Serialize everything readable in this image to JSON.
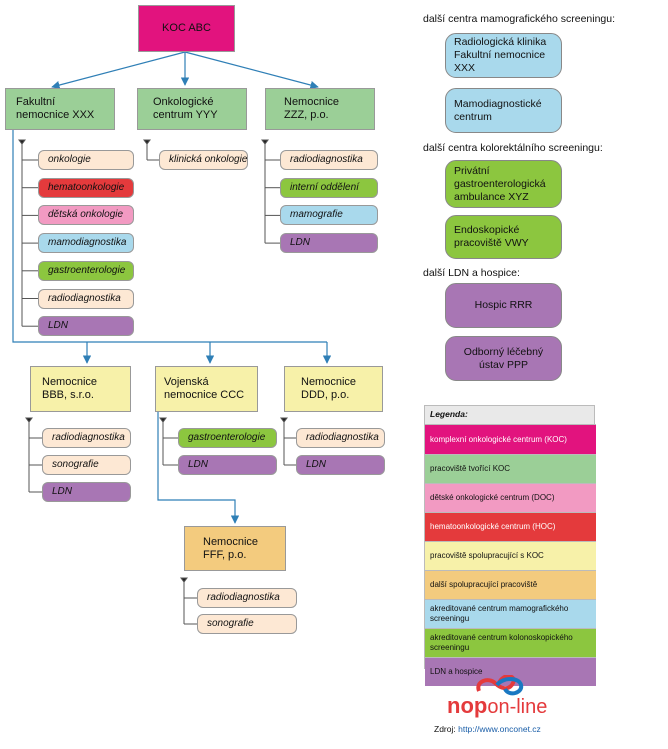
{
  "colors": {
    "koc": "#e2137e",
    "pracoviste_koc": "#9bcf97",
    "doc": "#f29ac2",
    "hoc": "#e43a3c",
    "spolupracujici": "#f7f1a9",
    "dalsi": "#f3cb7e",
    "mamo": "#a9d9ec",
    "kolo": "#8cc63f",
    "ldn": "#a876b4",
    "radio_pill": "#fde8d4",
    "line": "#2f7fb6"
  },
  "root": {
    "label": "KOC ABC"
  },
  "level1": [
    {
      "label": "Fakultní nemocnice XXX"
    },
    {
      "label": "Onkologické centrum YYY"
    },
    {
      "label": "Nemocnice ZZZ, p.o."
    }
  ],
  "fn_items": [
    "onkologie",
    "hematoonkologie",
    "dětská onkologie",
    "mamodiagnostika",
    "gastroenterologie",
    "radiodiagnostika",
    "LDN"
  ],
  "oc_items": [
    "klinická onkologie"
  ],
  "zzz_items": [
    "radiodiagnostika",
    "interní oddělení",
    "mamografie",
    "LDN"
  ],
  "level2": [
    {
      "label": "Nemocnice BBB, s.r.o."
    },
    {
      "label": "Vojenská nemocnice CCC"
    },
    {
      "label": "Nemocnice DDD, p.o."
    }
  ],
  "bbb_items": [
    "radiodiagnostika",
    "sonografie",
    "LDN"
  ],
  "ccc_items": [
    "gastroenterologie",
    "LDN"
  ],
  "ddd_items": [
    "radiodiagnostika",
    "LDN"
  ],
  "level3": {
    "label": "Nemocnice FFF, p.o."
  },
  "fff_items": [
    "radiodiagnostika",
    "sonografie"
  ],
  "side": {
    "mamo_title": "další centra mamografického screeningu:",
    "mamo_boxes": [
      "Radiologická klinika Fakultní nemocnice XXX",
      "Mamodiagnostické centrum"
    ],
    "kolo_title": "další centra kolorektálního screeningu:",
    "kolo_boxes": [
      "Privátní gastroenterologická ambulance XYZ",
      "Endoskopické pracoviště VWY"
    ],
    "ldn_title": "další LDN a hospice:",
    "ldn_boxes": [
      "Hospic RRR",
      "Odborný léčebný ústav PPP"
    ]
  },
  "legend": {
    "title": "Legenda:",
    "items": [
      {
        "label": "komplexní onkologické centrum (KOC)",
        "color": "#e2137e"
      },
      {
        "label": "pracoviště tvořící KOC",
        "color": "#9bcf97"
      },
      {
        "label": "dětské onkologické centrum (DOC)",
        "color": "#f29ac2"
      },
      {
        "label": "hematoonkologické centrum (HOC)",
        "color": "#e43a3c"
      },
      {
        "label": "pracoviště spolupracující s KOC",
        "color": "#f7f1a9"
      },
      {
        "label": "další spolupracující pracoviště",
        "color": "#f3cb7e"
      },
      {
        "label": "akreditované centrum mamografického screeningu",
        "color": "#a9d9ec"
      },
      {
        "label": "akreditované centrum kolonoskopického screeningu",
        "color": "#8cc63f"
      },
      {
        "label": "LDN a hospice",
        "color": "#a876b4"
      }
    ]
  },
  "logo": {
    "mark": "nop",
    "text": "on-line"
  },
  "source": {
    "prefix": "Zdroj:",
    "url": "http://www.onconet.cz"
  }
}
